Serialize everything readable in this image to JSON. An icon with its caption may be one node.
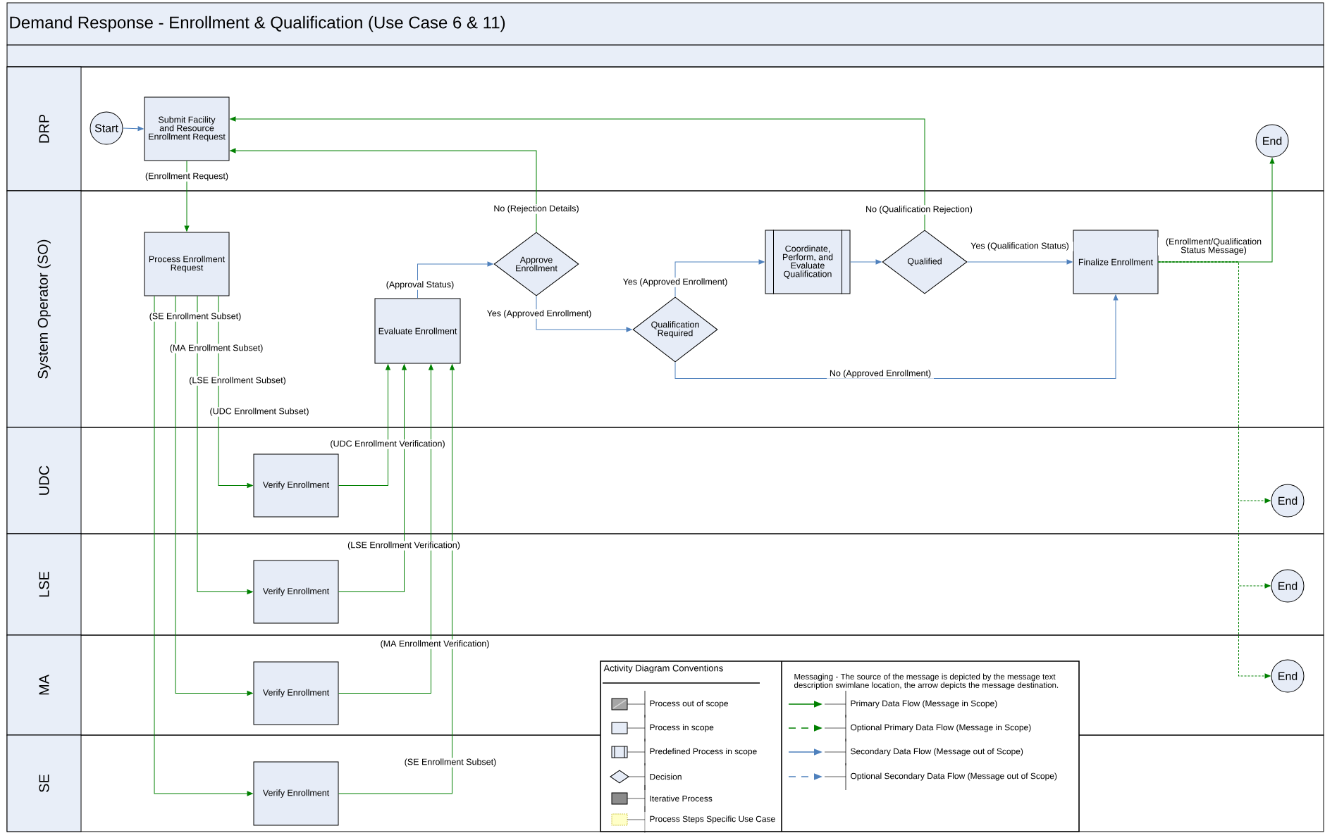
{
  "diagram": {
    "title": "Demand Response - Enrollment & Qualification (Use Case 6 & 11)",
    "nodes": [
      {
        "text": [
          "DRP"
        ]
      },
      {
        "text": [
          "System Operator (SO)"
        ]
      },
      {
        "text": [
          "UDC"
        ]
      },
      {
        "text": [
          "LSE"
        ]
      },
      {
        "text": [
          "MA"
        ]
      },
      {
        "text": [
          "SE"
        ]
      },
      {
        "text": [
          "Start"
        ],
        "in": 0
      },
      {
        "text": [
          "Submit Facility and Resource Enrollment Request"
        ],
        "in": 0
      },
      {
        "text": [
          "End"
        ],
        "in": 0
      },
      {
        "text": [
          "Process Enrollment Request"
        ],
        "in": 1
      },
      {
        "text": [
          "Evaluate Enrollment"
        ],
        "in": 1
      },
      {
        "text": [
          "Approve Enrollment"
        ],
        "in": 1
      },
      {
        "text": [
          "Qualification Required"
        ],
        "in": 1
      },
      {
        "text": [
          "Coordinate, Perform, and Evaluate Qualification"
        ],
        "in": 1
      },
      {
        "text": [
          "Qualified"
        ],
        "in": 1
      },
      {
        "text": [
          "Finalize Enrollment"
        ],
        "in": 1
      },
      {
        "text": [
          "Verify Enrollment"
        ],
        "in": 2
      },
      {
        "text": [
          "Verify Enrollment"
        ],
        "in": 3
      },
      {
        "text": [
          "Verify Enrollment"
        ],
        "in": 4
      },
      {
        "text": [
          "Verify Enrollment"
        ],
        "in": 5
      },
      {
        "text": [
          "End"
        ],
        "in": 2
      },
      {
        "text": [
          "End"
        ],
        "in": 3
      },
      {
        "text": [
          "End"
        ],
        "in": 4
      }
    ],
    "edges": [
      {
        "from": 6,
        "to": 7,
        "arrow": "to",
        "color": "#4f81bd"
      },
      {
        "from": 7,
        "to": 9,
        "arrow": "to",
        "label": "(Enrollment Request)"
      },
      {
        "from": 9,
        "to": 19,
        "arrow": "to",
        "label": "(SE Enrollment Subset)"
      },
      {
        "from": 9,
        "to": 18,
        "arrow": "to",
        "label": "(MA Enrollment Subset)"
      },
      {
        "from": 9,
        "to": 17,
        "arrow": "to",
        "label": "(LSE Enrollment Subset)"
      },
      {
        "from": 9,
        "to": 16,
        "arrow": "to",
        "label": "(UDC Enrollment Subset)"
      },
      {
        "from": 16,
        "to": 10,
        "arrow": "to",
        "label": "(UDC Enrollment Verification)"
      },
      {
        "from": 17,
        "to": 10,
        "arrow": "to",
        "label": "(LSE Enrollment Verification)"
      },
      {
        "from": 18,
        "to": 10,
        "arrow": "to",
        "label": "(MA Enrollment Verification)"
      },
      {
        "from": 19,
        "to": 10,
        "arrow": "to",
        "label": "(SE Enrollment Subset)"
      },
      {
        "from": 10,
        "to": 11,
        "arrow": "to",
        "label": "(Approval Status)",
        "color": "#4f81bd"
      },
      {
        "from": 11,
        "to": 7,
        "arrow": "to",
        "label": "No (Rejection Details)"
      },
      {
        "from": 11,
        "to": 12,
        "arrow": "to",
        "label": "Yes (Approved Enrollment)",
        "color": "#4f81bd"
      },
      {
        "from": 12,
        "to": 13,
        "arrow": "to",
        "label": "Yes (Approved Enrollment)",
        "color": "#4f81bd"
      },
      {
        "from": 12,
        "to": 15,
        "arrow": "to",
        "label": "No (Approved Enrollment)",
        "color": "#4f81bd"
      },
      {
        "from": 13,
        "to": 14,
        "arrow": "to",
        "color": "#4f81bd"
      },
      {
        "from": 14,
        "to": 15,
        "arrow": "to",
        "label": "Yes (Qualification Status)",
        "color": "#4f81bd"
      },
      {
        "from": 14,
        "to": 7,
        "arrow": "to",
        "label": "No (Qualification Rejection)"
      },
      {
        "from": 15,
        "to": 8,
        "arrow": "to",
        "label": "(Enrollment/Qualification Status Message)"
      },
      {
        "from": 15,
        "to": 20,
        "arrow": "to",
        "style": "dashed"
      },
      {
        "from": 15,
        "to": 21,
        "arrow": "to",
        "style": "dashed"
      },
      {
        "from": 15,
        "to": 22,
        "arrow": "to",
        "style": "dashed"
      }
    ],
    "labels": [
      "Activity Diagram Conventions",
      "Messaging - The source of the message is depicted by the message text description swimlane location, the arrow depicts the message destination."
    ],
    "legend": [
      {
        "text": "Process out of scope"
      },
      {
        "text": "Process in scope",
        "color": "#e6ecf7"
      },
      {
        "text": "Predefined Process in scope"
      },
      {
        "text": "Decision"
      },
      {
        "text": "Iterative Process",
        "color": "#8c8c8c"
      },
      {
        "text": "Process Steps Specific Use Case",
        "color": "#ffffc8"
      },
      {
        "text": "Primary Data Flow (Message in Scope)"
      },
      {
        "text": "Optional Primary Data Flow (Message in Scope)"
      },
      {
        "text": "Secondary Data Flow (Message out of Scope)"
      },
      {
        "text": "Optional Secondary Data Flow (Message out of Scope)"
      }
    ]
  }
}
